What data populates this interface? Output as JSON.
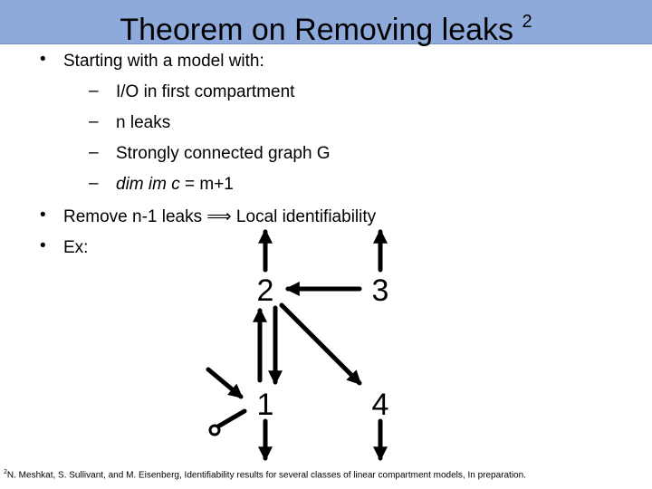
{
  "title": "Theorem on Removing leaks",
  "title_ref": "2",
  "bullets": {
    "b1": "Starting with a model with:",
    "sub1": "I/O in first compartment",
    "sub2": "n leaks",
    "sub3": "Strongly connected graph G",
    "sub4_italic": "dim im c",
    "sub4_rest": " = m+1",
    "b2_left": "Remove n-1 leaks ",
    "b2_arrow": "⟹",
    "b2_right": " Local identifiability",
    "b3": "Ex:"
  },
  "bullet_char": "•",
  "dash_char": "–",
  "diagram": {
    "nodes": [
      "2",
      "3",
      "1",
      "4"
    ],
    "edges": [
      [
        "3",
        "2"
      ],
      [
        "2",
        "4"
      ],
      [
        "2",
        "1"
      ],
      [
        "1",
        "2"
      ]
    ],
    "leaks": [
      "2",
      "3",
      "1",
      "4"
    ],
    "input": "1",
    "output": "1"
  },
  "footnote": {
    "ref": "2",
    "text": "N. Meshkat, S. Sullivant, and M. Eisenberg, Identifiability results for several classes of linear compartment models, In preparation."
  },
  "colors": {
    "title_bar": "#8eaadb"
  }
}
